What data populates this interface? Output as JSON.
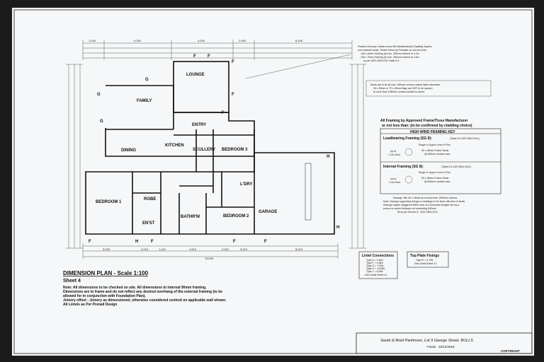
{
  "rooms": {
    "lounge": "LOUNGE",
    "family": "FAMILY",
    "entry": "ENTRY",
    "kitchen": "KITCHEN",
    "dining": "DINING",
    "scullery": "SCULLERY",
    "bedroom3": "BEDROOM 3",
    "ldry": "L'DRY",
    "bedroom1": "BEDROOM 1",
    "robe": "ROBE",
    "enst": "EN'ST",
    "bathrm": "BATHR'M",
    "bedroom2": "BEDROOM 2",
    "garage": "GARAGE"
  },
  "dims_top_overall": [
    "1,020",
    "5,300",
    "4,200",
    "2,000",
    "8,105"
  ],
  "dims_bottom": [
    "3,025",
    "2,215",
    "1,110",
    "1,513",
    "2,010",
    "3,010",
    "5,010"
  ],
  "dims_bottom_overall": "19,000",
  "marks": {
    "f": "F",
    "g": "G",
    "h": "H"
  },
  "cladding_note": [
    "Floated Chimney: Hardie Linea 8/B Weatherboard Cladding System",
    "over drained cavity. Timber frame by Prenailer as not less than",
    "140 x 45mm framing @ max. 300mm centres to 4.2m",
    "140 x 70mm framing @ max. 300mm centres to 4.8m",
    "as per NZS 3604:2011 Table 8.4"
  ],
  "studs_note": [
    "Studs are to be @ max. 600mm centres unless listed otherwise",
    "90 x 90mm or 70 x 45mm flags are NOT to be spaced",
    "at more than 1350mm centres similar to centre."
  ],
  "framing_header": [
    "All Framing by Approved Frame/Truss Manufacturer",
    "or not less than: (to be confirmed by cladding choice)"
  ],
  "wind_key": {
    "title": "HIGH WIND FRAMING KEY",
    "loadbearing": "Loadbearing Framing (SG 8):",
    "loadbearing_ref": "(Table 8.4 NZS 3604:2011)",
    "internal": "Internal Framing (SG 8):",
    "internal_ref": "(Table 8.4 NZS 3604:2011)",
    "level": "Single or Upper Level of Two",
    "up_to": "Up to",
    "stud": "2.4m Stud",
    "size_lb": "90 x 45mm Frame Studs",
    "cc_lb": "@ 600mm centres max.",
    "size_int": "90 x 45mm Frame Studs",
    "cc_int": "@ 600mm centres max."
  },
  "bracing_note": [
    "Dwangs: Min 45 x 45mm at not less than 1350mm centres.",
    "Note: Dwangs supporting fixings or claddings to be flush with face of studs",
    "Dwangs maybe staggered either side of a horizontal straight line by a",
    "person to centre distance not exceeding 600mm",
    "fill as per Section 8 - NZS 3604:2011"
  ],
  "lintel": {
    "title": "Lintel Connections",
    "rows": [
      "Type A = 1.4kN",
      "Type F = 4.0kN",
      "Type G = 7.0kN",
      "Type H = 13.0kN",
      "Type J = 4.0kN",
      "- See Detail Sheet 12"
    ]
  },
  "topplate": {
    "title": "Top Plate Fixings",
    "rows": [
      "Type R = 4.7kN",
      "- See Detail Sheet 12"
    ]
  },
  "plan_title": "DIMENSION PLAN - Scale 1:100",
  "sheet": "Sheet 4",
  "notes": [
    "Note: All dimensions to be checked on site. All dimensions to internal 90mm framing.",
    "Dimensions are to frame and do not reflect any desired overhang of the external framing (to be",
    "allowed for in conjunction with Foundation Plan).",
    "Joinery offset - Joinery as dimensioned, otherwise considered centred on applicable wall shown.",
    "All Lintels as Per Prenail Design"
  ],
  "title_block": {
    "client": "Sarah & Brett Parkinson, Lot 9 George Street, BULLS",
    "status": "Finals - 19/12/2018",
    "copyright": "COPYRIGHT"
  },
  "colors": {
    "line": "#1a1a1a",
    "paper": "#f6f7f8",
    "note_blue": "#2a3a8a"
  }
}
